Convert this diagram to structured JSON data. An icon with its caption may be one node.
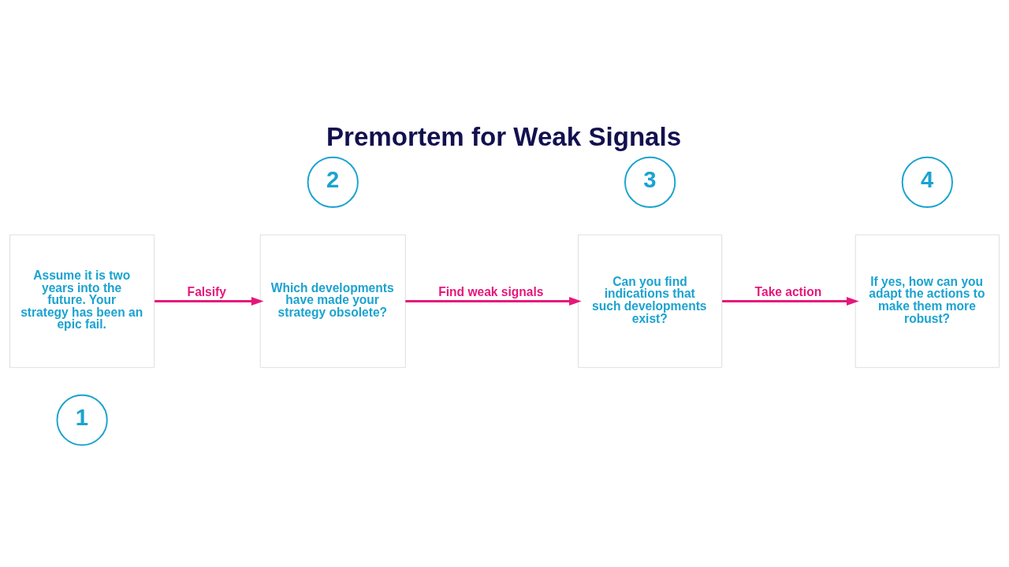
{
  "diagram": {
    "title": "Premortem for Weak Signals",
    "nodes": [
      {
        "text": [
          "1"
        ]
      },
      {
        "text": [
          "Assume it is two years into the future. Your strategy has been an epic fail."
        ]
      },
      {
        "text": [
          "2"
        ]
      },
      {
        "text": [
          "Which developments have made your strategy obsolete?"
        ]
      },
      {
        "text": [
          "3"
        ]
      },
      {
        "text": [
          "Can you find indications that such developments exist?"
        ]
      },
      {
        "text": [
          "4"
        ]
      },
      {
        "text": [
          "If yes, how can you adapt the actions to make them more robust?"
        ]
      }
    ],
    "edges": [
      {
        "from": 1,
        "to": 3,
        "arrow": "to",
        "label": "Falsify"
      },
      {
        "from": 3,
        "to": 5,
        "arrow": "to",
        "label": "Find weak signals"
      },
      {
        "from": 5,
        "to": 7,
        "arrow": "to",
        "label": "Take action"
      }
    ]
  }
}
